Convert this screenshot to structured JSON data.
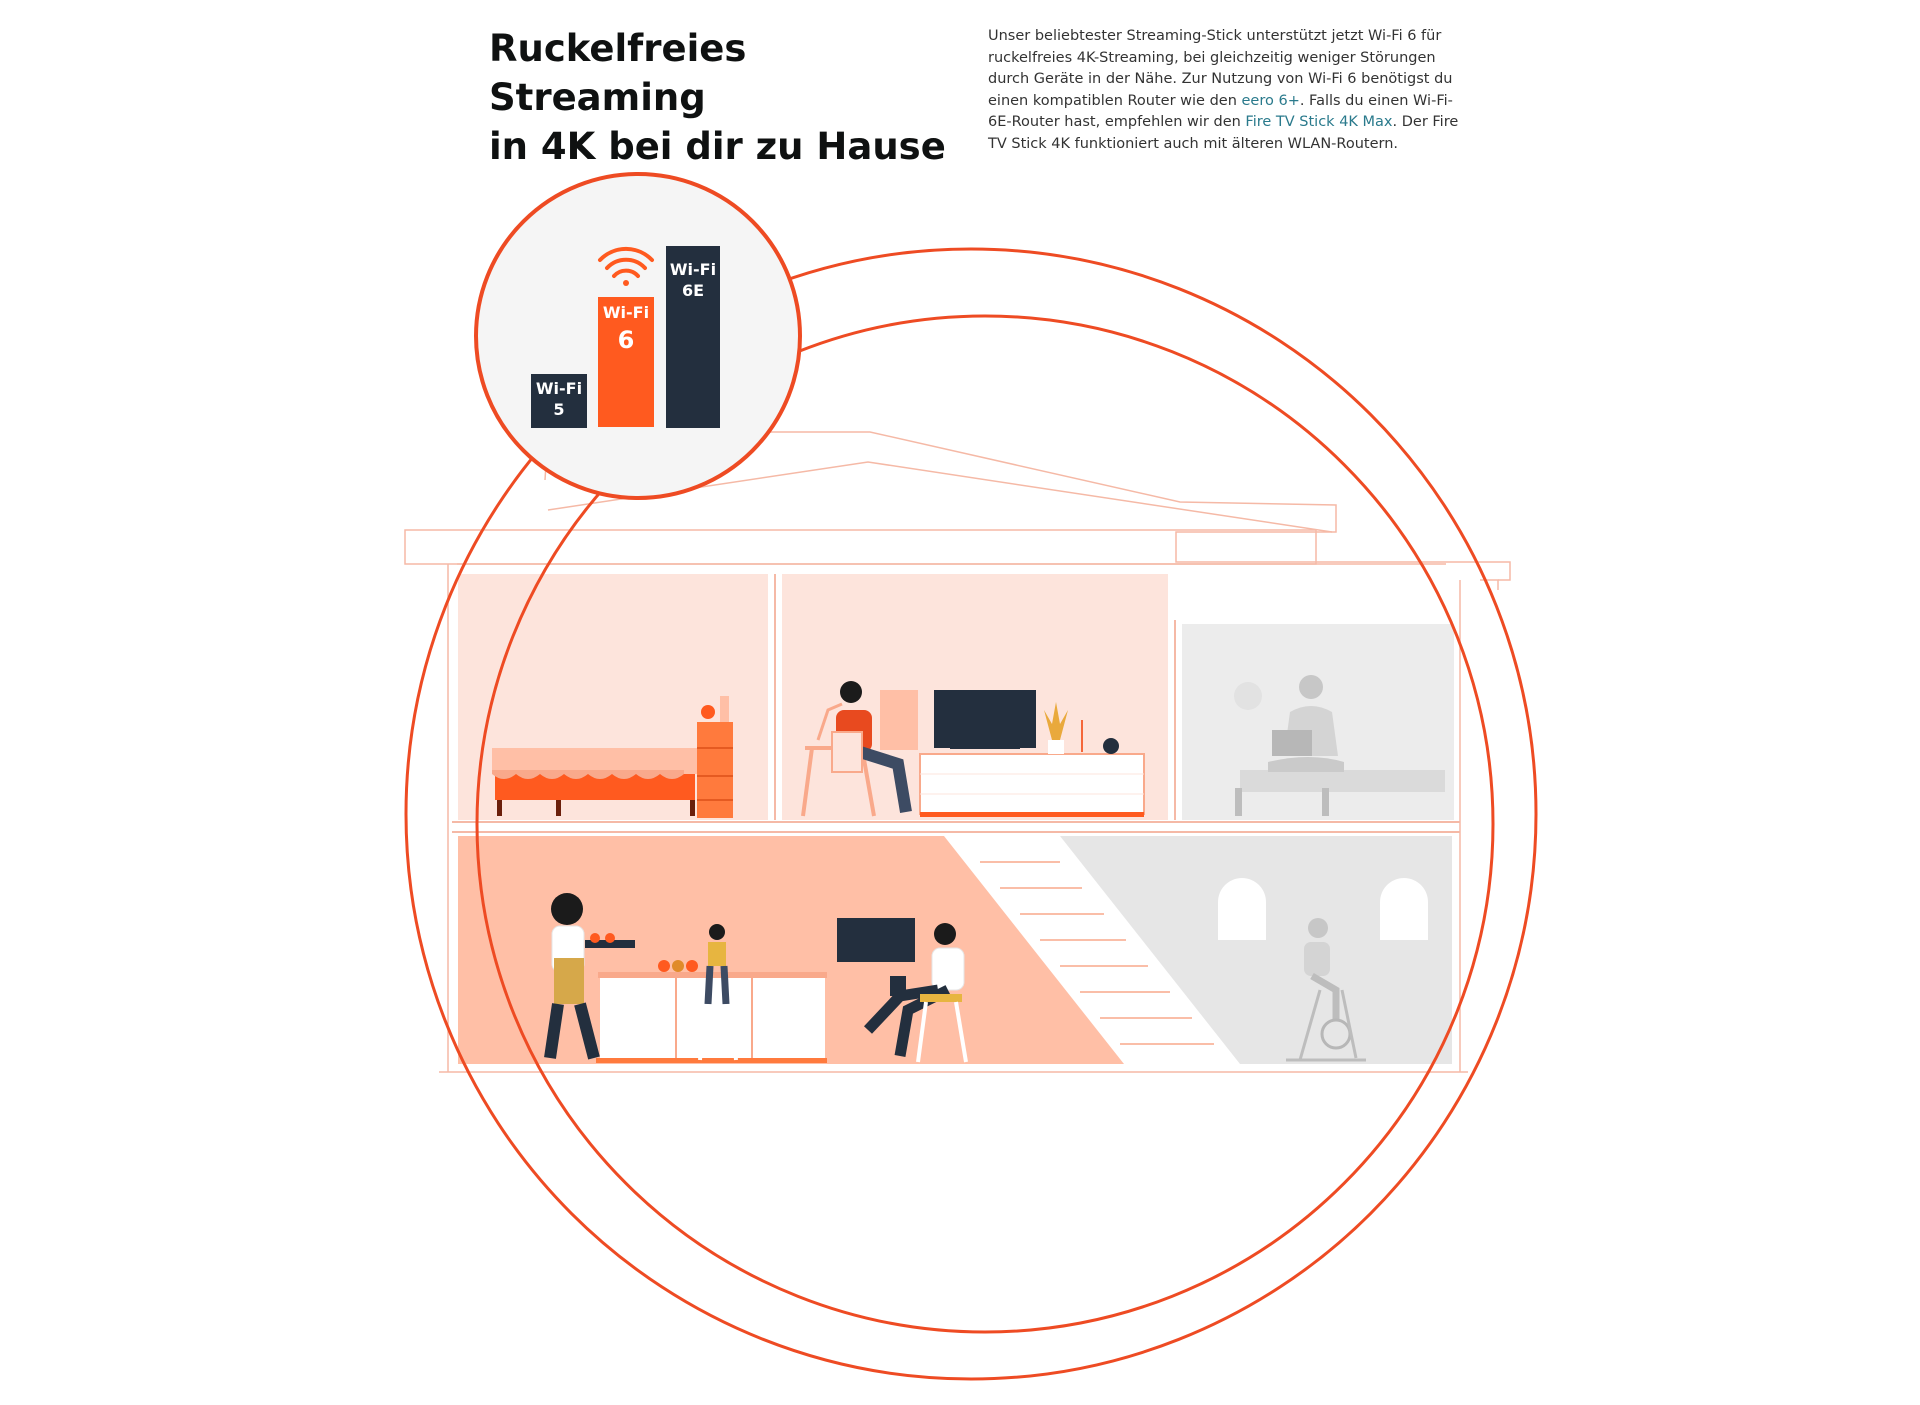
{
  "headline": {
    "line1": "Ruckelfreies Streaming",
    "line2": "in 4K bei dir zu Hause"
  },
  "description": {
    "part1": "Unser beliebtester Streaming-Stick unterstützt jetzt Wi-Fi 6 für ruckelfreies 4K-Streaming, bei gleichzeitig weniger Störungen durch Geräte in der Nähe. Zur Nutzung von Wi-Fi 6 benötigst du einen kompatiblen Router wie den ",
    "link1": "eero 6+",
    "part2": ". Falls du einen Wi-Fi-6E-Router hast, empfehlen wir den ",
    "link2": "Fire TV Stick 4K Max",
    "part3": ". Der Fire TV Stick 4K funktioniert auch mit älteren WLAN-Routern."
  },
  "wifi_badges": {
    "wifi5": {
      "line1": "Wi-Fi",
      "line2": "5",
      "color": "#232f3e"
    },
    "wifi6": {
      "line1": "Wi-Fi",
      "line2": "6",
      "color": "#ff5a1f"
    },
    "wifi6e": {
      "line1": "Wi-Fi",
      "line2": "6E",
      "color": "#232f3e"
    }
  },
  "colors": {
    "accent": "#ee4b23",
    "peach_light": "#fde4dc",
    "peach_mid": "#ffbfa6",
    "grey_room": "#ececec",
    "dark": "#232f3e"
  },
  "icons": {
    "signal": "wifi-signal-icon"
  }
}
